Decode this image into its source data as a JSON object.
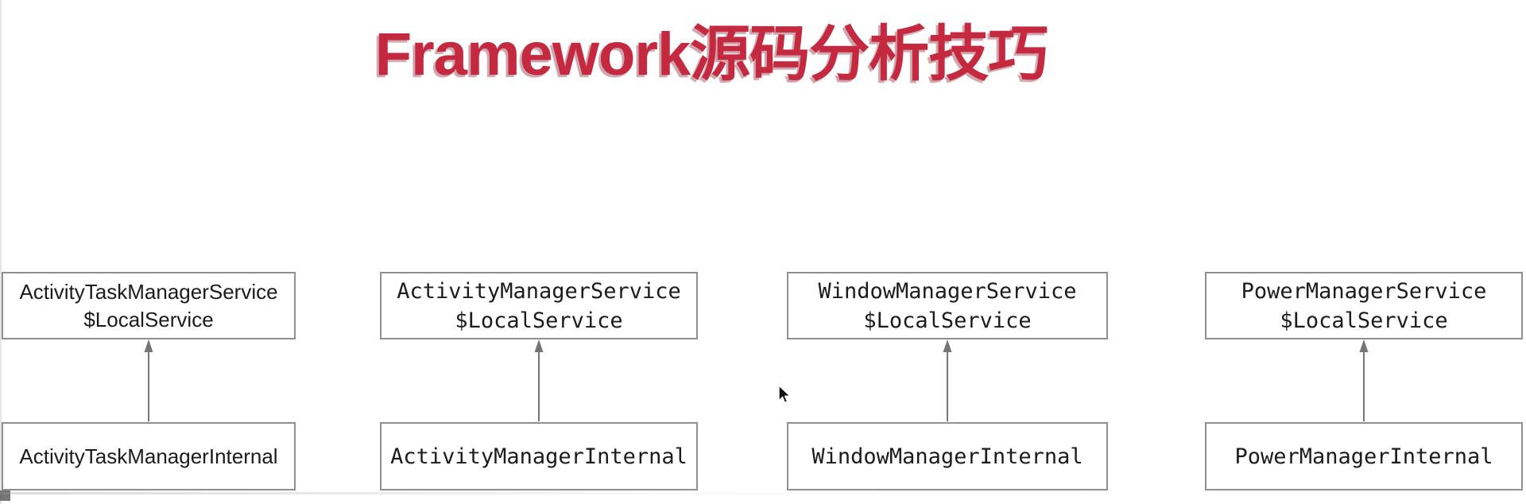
{
  "page": {
    "title": "Framework源码分析技巧"
  },
  "colors": {
    "title_color": "#c5293f",
    "box_border": "#8f8f8f",
    "arrow_color": "#757575",
    "text_color": "#1c1c1c",
    "bg_color": "#ffffff"
  },
  "diagram": {
    "pairs": [
      {
        "top_line1": "ActivityTaskManagerService",
        "top_line2": "$LocalService",
        "bottom": "ActivityTaskManagerInternal"
      },
      {
        "top_line1": "ActivityManagerService",
        "top_line2": "$LocalService",
        "bottom": "ActivityManagerInternal"
      },
      {
        "top_line1": "WindowManagerService",
        "top_line2": "$LocalService",
        "bottom": "WindowManagerInternal"
      },
      {
        "top_line1": "PowerManagerService",
        "top_line2": "$LocalService",
        "bottom": "PowerManagerInternal"
      }
    ]
  }
}
